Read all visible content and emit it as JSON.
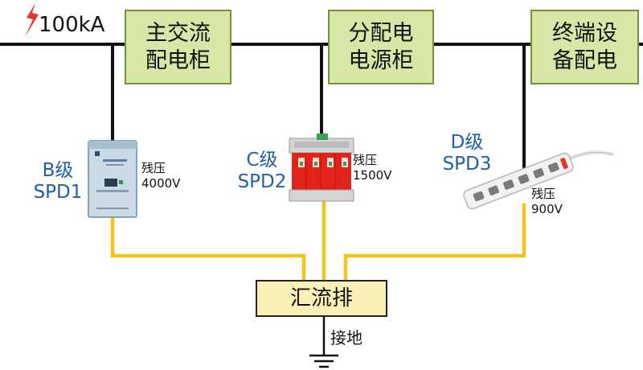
{
  "diagram": {
    "surge_label": "100kA",
    "panels": {
      "main": {
        "line1": "主交流",
        "line2": "配电柜"
      },
      "dist": {
        "line1": "分配电",
        "line2": "电源柜"
      },
      "term": {
        "line1": "终端设",
        "line2": "备配电"
      }
    },
    "spd_b": {
      "grade": "B级",
      "name": "SPD1",
      "residual_label": "残压",
      "residual_value": "4000V"
    },
    "spd_c": {
      "grade": "C级",
      "name": "SPD2",
      "residual_label": "残压",
      "residual_value": "1500V"
    },
    "spd_d": {
      "grade": "D级",
      "name": "SPD3",
      "residual_label": "残压",
      "residual_value": "900V"
    },
    "busbar": {
      "label": "汇流排"
    },
    "ground": {
      "label": "接地"
    },
    "colors": {
      "wire": "#111111",
      "ground_wire": "#f5c21b",
      "panel_fill": "#d6e7a6",
      "panel_border": "#7a8f3a",
      "spd_text": "#1f5fa8",
      "lightning": "#e8342a",
      "spd_module": "#e2231a",
      "busbar_fill": "#fbf0b6"
    }
  }
}
